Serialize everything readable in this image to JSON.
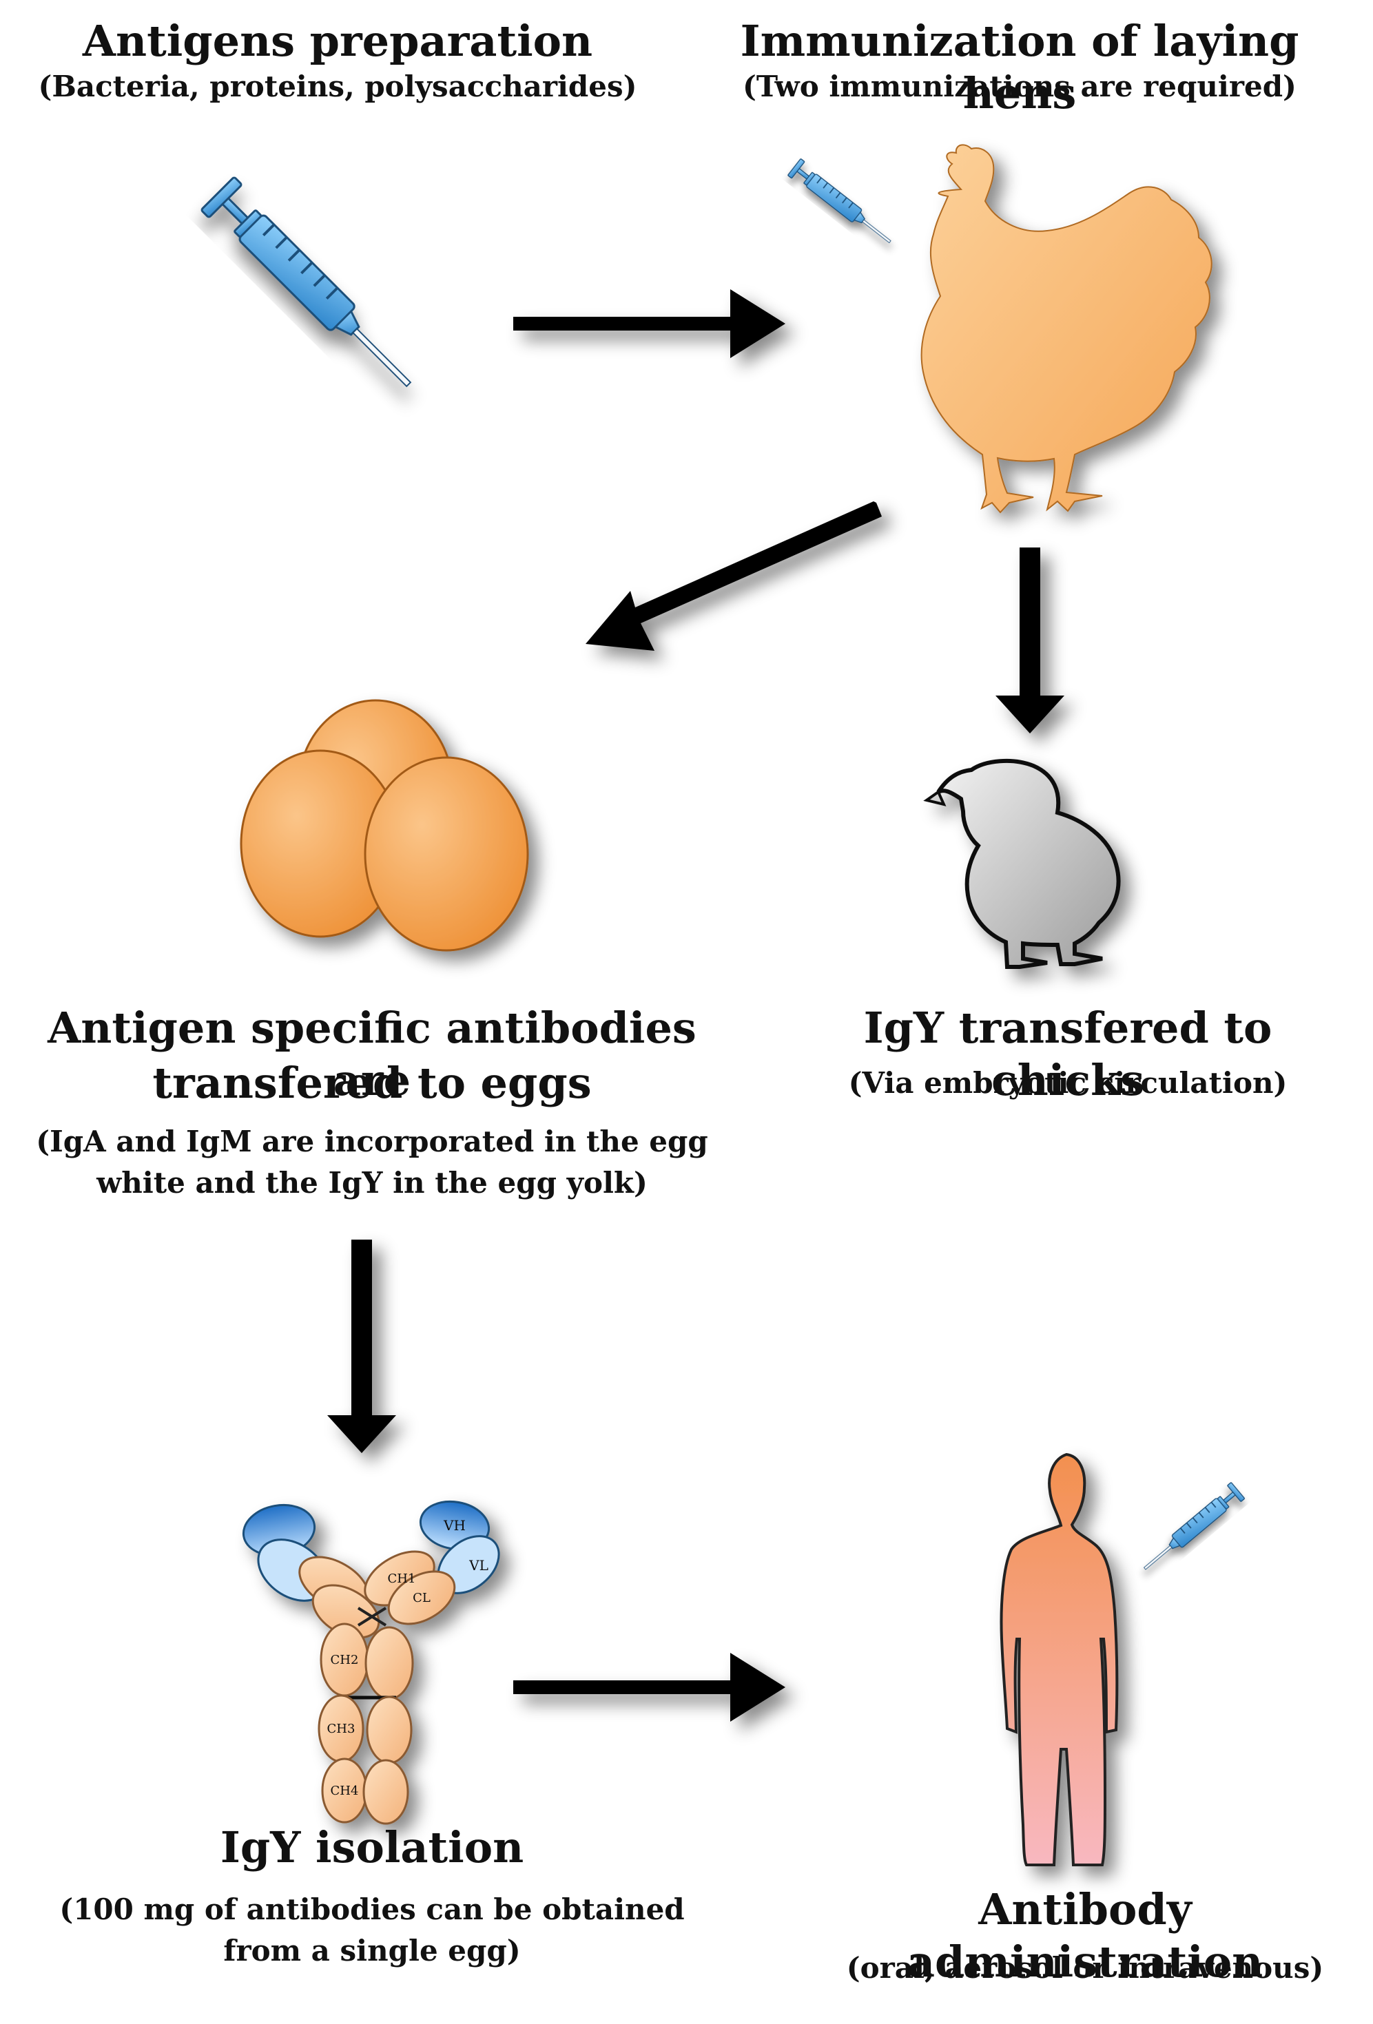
{
  "steps": {
    "antigen_prep": {
      "title": "Antigens preparation",
      "subtitle": "(Bacteria, proteins, polysaccharides)"
    },
    "immunization": {
      "title": "Immunization of laying hens",
      "subtitle": "(Two immunizations are required)"
    },
    "eggs": {
      "title_line1": "Antigen specific antibodies are",
      "title_line2": "transfered to eggs",
      "subtitle_line1": "(IgA and IgM are incorporated in the egg",
      "subtitle_line2": "white and the IgY in the egg yolk)"
    },
    "chicks": {
      "title": "IgY transfered to chicks",
      "subtitle": "(Via embryotic circulation)"
    },
    "isolation": {
      "title": "IgY isolation",
      "subtitle_line1": "(100 mg of antibodies can be obtained",
      "subtitle_line2": "from a single egg)"
    },
    "administration": {
      "title": "Antibody administration",
      "subtitle": "(oral, aerosol or intravenous)"
    }
  },
  "antibody_labels": {
    "vh": "VH",
    "vl": "VL",
    "ch1": "CH1",
    "cl": "CL",
    "ch2": "CH2",
    "ch3": "CH3",
    "ch4": "CH4"
  },
  "icons": [
    "syringe-icon",
    "hen-icon",
    "eggs-icon",
    "chick-icon",
    "antibody-icon",
    "person-icon"
  ],
  "colors": {
    "syringe": "#4aa8e8",
    "hen": "#f8b56a",
    "egg": "#f5a24f",
    "chick": "#c9c9c9",
    "antibody_domain": "#f9c89a",
    "variable_domain": "#2b7fd0",
    "person_top": "#f4935c",
    "person_bottom": "#f7b4b8",
    "arrow": "#000000"
  }
}
